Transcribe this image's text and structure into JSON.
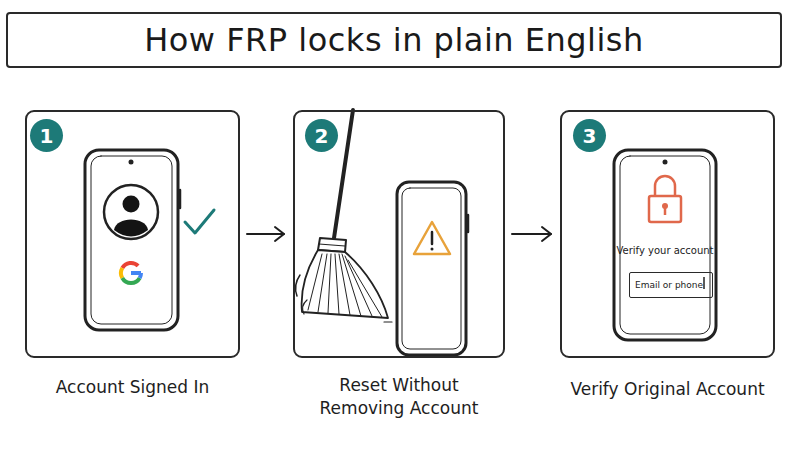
{
  "diagram": {
    "title": "How FRP locks in plain English",
    "nodes": [
      {
        "text": [
          "Account Signed In"
        ]
      },
      {
        "text": [
          "1"
        ],
        "in": 0
      },
      {
        "text": [
          "Reset Without Removing Account"
        ]
      },
      {
        "text": [
          "2"
        ],
        "in": 2
      },
      {
        "text": [
          "Verify Original Account"
        ]
      },
      {
        "text": [
          "3"
        ],
        "in": 4
      },
      {
        "text": [
          "Email or phone"
        ],
        "in": 4
      }
    ],
    "edges": [
      {
        "from": 0,
        "to": 2,
        "arrow": "to"
      },
      {
        "from": 2,
        "to": 4,
        "arrow": "to"
      }
    ],
    "labels": [
      "Verify your account"
    ]
  }
}
